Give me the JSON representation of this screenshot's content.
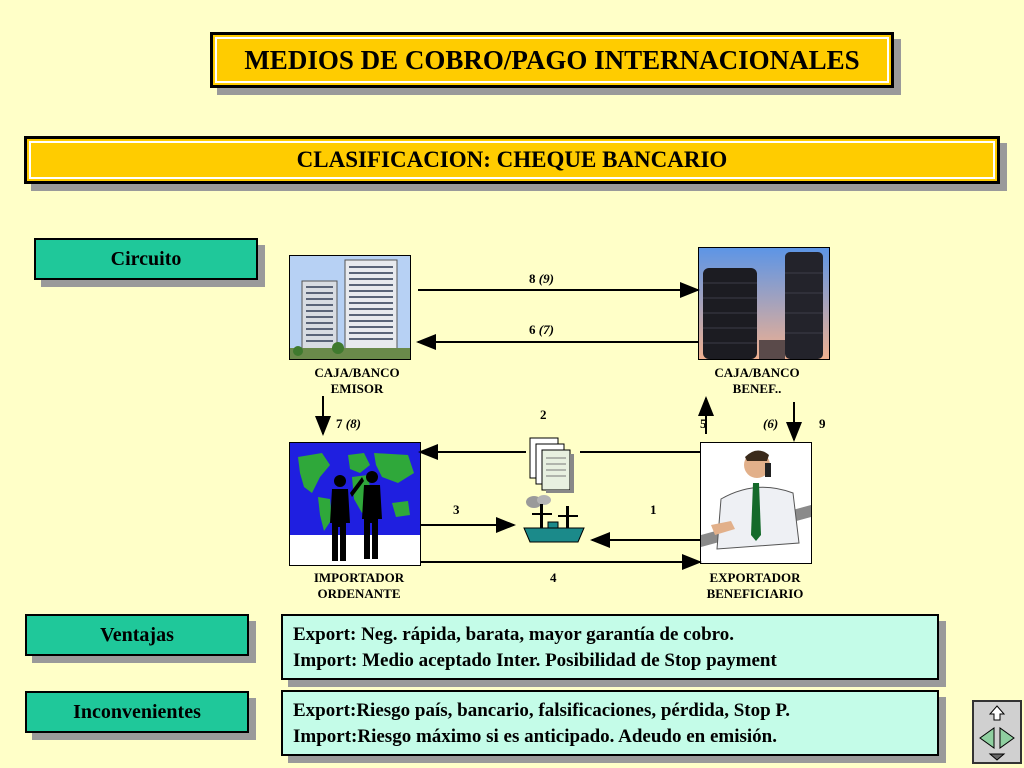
{
  "title": "MEDIOS DE COBRO/PAGO INTERNACIONALES",
  "subtitle": "CLASIFICACION: CHEQUE BANCARIO",
  "labels": {
    "circuito": "Circuito",
    "ventajas": "Ventajas",
    "inconvenientes": "Inconvenientes"
  },
  "nodes": {
    "emisor": [
      "CAJA/BANCO",
      "EMISOR"
    ],
    "benef": [
      "CAJA/BANCO",
      "BENEF.."
    ],
    "importador": [
      "IMPORTADOR",
      "ORDENANTE"
    ],
    "exportador": [
      "EXPORTADOR",
      "BENEFICIARIO"
    ]
  },
  "steps": {
    "s8": {
      "n": "8",
      "p": "(9)"
    },
    "s6": {
      "n": "6",
      "p": "(7)"
    },
    "s7": {
      "n": "7",
      "p": "(8)"
    },
    "s2": "2",
    "s5": "5",
    "s6b": "(6)",
    "s9": "9",
    "s3": "3",
    "s1": "1",
    "s4": "4"
  },
  "ventajas": [
    "Export: Neg. rápida, barata, mayor garantía de cobro.",
    "Import: Medio aceptado Inter. Posibilidad de Stop payment"
  ],
  "inconvenientes": [
    "Export:Riesgo país, bancario, falsificaciones, pérdida, Stop P.",
    "Import:Riesgo máximo si es anticipado. Adeudo en emisión."
  ],
  "colors": {
    "background": "#ffffc8",
    "title_fill": "#ffcc00",
    "label_fill": "#1fc89a",
    "info_fill": "#c4fce8"
  },
  "icons": {
    "emisor": "office-buildings-icon",
    "benef": "bank-towers-icon",
    "importador": "world-map-people-icon",
    "exportador": "businessman-phone-icon",
    "documents": "documents-icon",
    "ship": "cargo-ship-icon",
    "nav": "navigation-arrows-icon"
  }
}
